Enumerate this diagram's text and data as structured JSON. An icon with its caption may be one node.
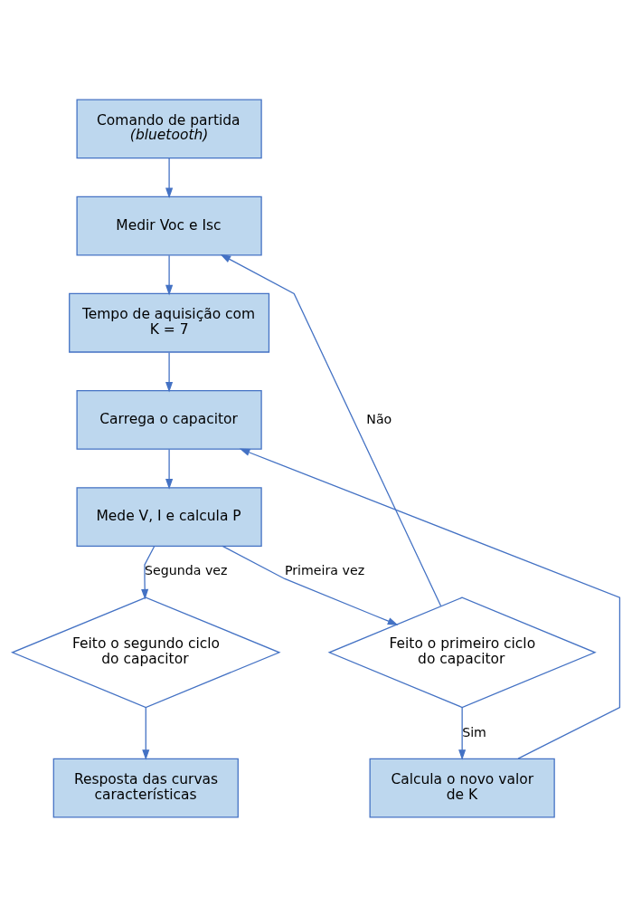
{
  "diagram": {
    "nodes": [
      {
        "text": [
          "Comando de partida",
          "(bluetooth)"
        ]
      },
      {
        "text": [
          "Medir Voc e Isc"
        ]
      },
      {
        "text": [
          "Tempo de aquisição com K = 7"
        ]
      },
      {
        "text": [
          "Carrega o capacitor"
        ]
      },
      {
        "text": [
          "Mede V, I e calcula P"
        ]
      },
      {
        "text": [
          "Feito o segundo ciclo do capacitor"
        ]
      },
      {
        "text": [
          "Feito o primeiro ciclo do capacitor"
        ]
      },
      {
        "text": [
          "Calcula o novo valor de K"
        ]
      },
      {
        "text": [
          "Resposta das curvas características"
        ]
      }
    ],
    "edges": [
      {
        "from": 0,
        "to": 1,
        "arrow": "to"
      },
      {
        "from": 1,
        "to": 2,
        "arrow": "to"
      },
      {
        "from": 2,
        "to": 3,
        "arrow": "to"
      },
      {
        "from": 3,
        "to": 4,
        "arrow": "to"
      },
      {
        "from": 4,
        "to": 5,
        "arrow": "to",
        "label": "Segunda vez"
      },
      {
        "from": 4,
        "to": 6,
        "arrow": "to",
        "label": "Primeira vez"
      },
      {
        "from": 6,
        "to": 1,
        "arrow": "to",
        "label": "Não"
      },
      {
        "from": 6,
        "to": 7,
        "arrow": "to",
        "label": "Sim"
      },
      {
        "from": 7,
        "to": 3,
        "arrow": "to"
      },
      {
        "from": 5,
        "to": 8,
        "arrow": "to"
      }
    ]
  }
}
